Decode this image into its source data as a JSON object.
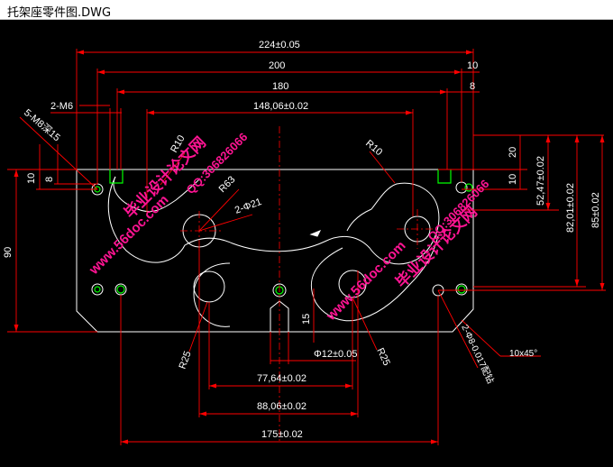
{
  "window": {
    "title": "托架座零件图.DWG"
  },
  "colors": {
    "background": "#000000",
    "outline": "#ffffff",
    "dimension": "#ff0000",
    "dim_text": "#ffffff",
    "watermark": "#ff1493",
    "center_line": "#ff0000",
    "slot_marks": "#00ff00"
  },
  "dimensions": {
    "d224": "224±0.05",
    "d200": "200",
    "d10_top": "10",
    "d180": "180",
    "d8_top": "8",
    "d148": "148,06±0.02",
    "d2m6": "2-M6",
    "d5m8": "5-M8深15",
    "r10_left": "R10",
    "r10_right": "R10",
    "r63": "R63",
    "d2phi21": "2-Φ21",
    "d10_left": "10",
    "d8_left": "8",
    "d90": "90",
    "d20": "20",
    "d10_right": "10",
    "d52": "52,47±0.02",
    "d82": "82,01±0.02",
    "d85": "85±0.02",
    "d15": "15",
    "dphi12": "Φ12±0.05",
    "r25_left": "R25",
    "r25_right": "R25",
    "d77": "77,64±0.02",
    "d88": "88,06±0.02",
    "d175": "175±0.02",
    "chamfer": "10x45°",
    "pin_note": "2-Φ8-0.017配钻"
  },
  "watermarks": {
    "site_left": "www.56doc.com",
    "qq_left": "QQ:306826066",
    "brand_left": "毕业设计论文网",
    "site_right": "www.56doc.com",
    "qq_right": "QQ:306826066",
    "brand_right": "毕业设计论文网"
  }
}
